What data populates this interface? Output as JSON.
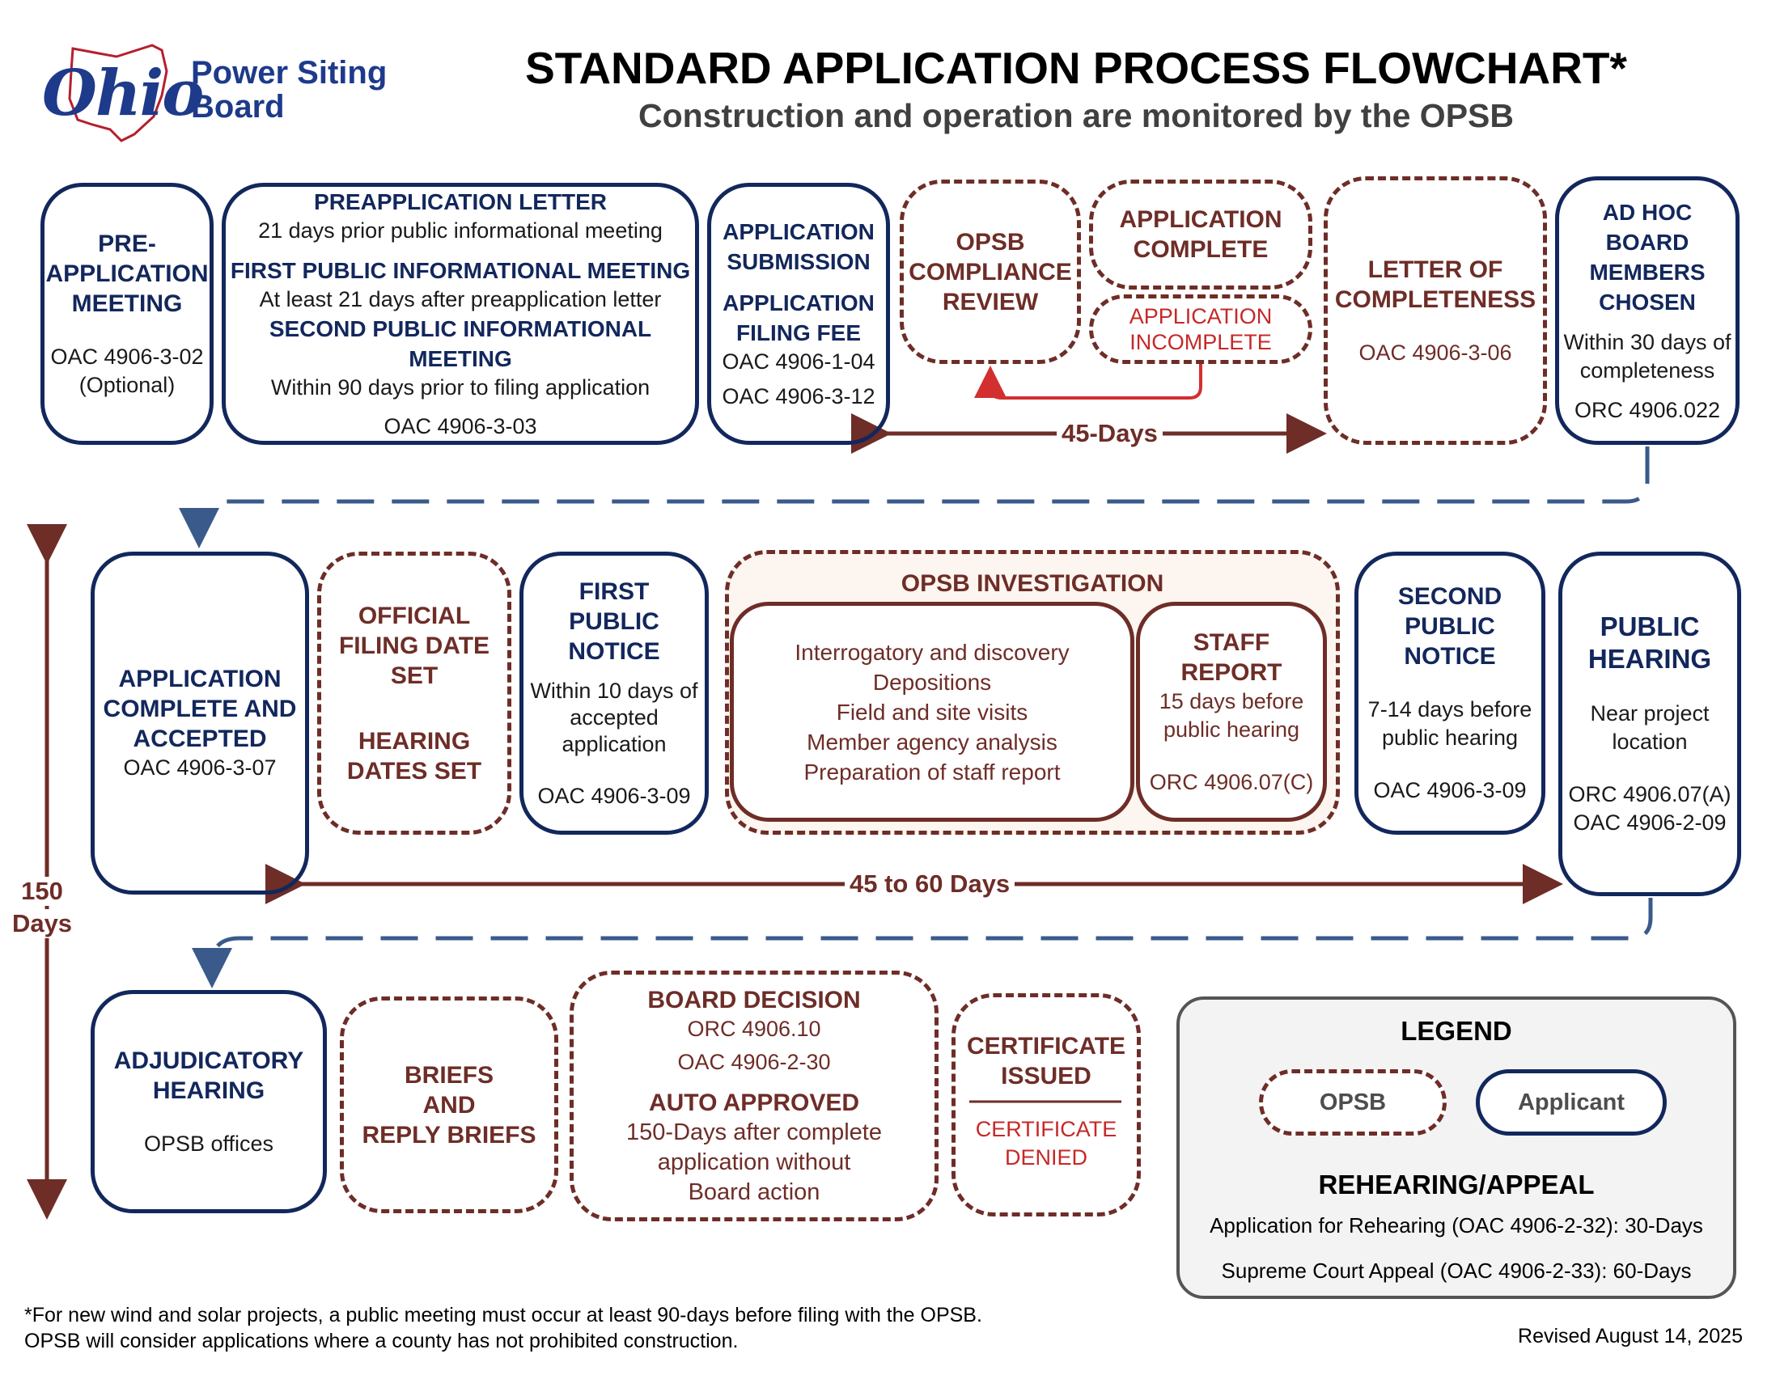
{
  "header": {
    "logo_word": "Ohio",
    "org_line1": "Power Siting",
    "org_line2": "Board",
    "title": "STANDARD APPLICATION PROCESS FLOWCHART*",
    "subtitle": "Construction and operation are monitored by the OPSB"
  },
  "row1": {
    "pre_app": {
      "t1": "PRE-",
      "t2": "APPLICATION",
      "t3": "MEETING",
      "code": "OAC 4906-3-02",
      "note": "(Optional)"
    },
    "meetings": {
      "h1": "PREAPPLICATION LETTER",
      "s1": "21 days prior public informational meeting",
      "h2": "FIRST PUBLIC INFORMATIONAL MEETING",
      "s2": "At least 21 days after preapplication letter",
      "h3": "SECOND PUBLIC INFORMATIONAL MEETING",
      "s3": "Within 90 days prior to filing application",
      "code": "OAC 4906-3-03"
    },
    "submission": {
      "t1": "APPLICATION",
      "t2": "SUBMISSION",
      "t3": "APPLICATION",
      "t4": "FILING FEE",
      "c1": "OAC 4906-1-04",
      "c2": "OAC 4906-3-12"
    },
    "compliance": {
      "t1": "OPSB",
      "t2": "COMPLIANCE",
      "t3": "REVIEW"
    },
    "complete": {
      "t1": "APPLICATION",
      "t2": "COMPLETE"
    },
    "incomplete": {
      "t1": "APPLICATION",
      "t2": "INCOMPLETE"
    },
    "letter": {
      "t1": "LETTER OF",
      "t2": "COMPLETENESS",
      "code": "OAC 4906-3-06"
    },
    "adhoc": {
      "t1": "AD HOC BOARD",
      "t2": "MEMBERS",
      "t3": "CHOSEN",
      "s1": "Within 30 days of",
      "s2": "completeness",
      "code": "ORC 4906.022"
    },
    "span_label": "45-Days"
  },
  "row2": {
    "accepted": {
      "t1": "APPLICATION",
      "t2": "COMPLETE AND",
      "t3": "ACCEPTED",
      "code": "OAC 4906-3-07"
    },
    "filing": {
      "t1": "OFFICIAL",
      "t2": "FILING DATE",
      "t3": "SET",
      "t4": "HEARING",
      "t5": "DATES SET"
    },
    "first_notice": {
      "t1": "FIRST",
      "t2": "PUBLIC",
      "t3": "NOTICE",
      "s1": "Within 10 days of",
      "s2": "accepted",
      "s3": "application",
      "code": "OAC 4906-3-09"
    },
    "investigation": {
      "title": "OPSB INVESTIGATION",
      "items": [
        "Interrogatory and discovery",
        "Depositions",
        "Field and site visits",
        "Member agency analysis",
        "Preparation of staff report"
      ],
      "staff": {
        "t1": "STAFF",
        "t2": "REPORT",
        "s1": "15 days before",
        "s2": "public hearing",
        "code": "ORC 4906.07(C)"
      }
    },
    "second_notice": {
      "t1": "SECOND",
      "t2": "PUBLIC",
      "t3": "NOTICE",
      "s1": "7-14 days before",
      "s2": "public hearing",
      "code": "OAC 4906-3-09"
    },
    "hearing": {
      "t1": "PUBLIC",
      "t2": "HEARING",
      "s1": "Near project",
      "s2": "location",
      "c1": "ORC 4906.07(A)",
      "c2": "OAC 4906-2-09"
    },
    "span_label": "45 to 60 Days",
    "side_label1": "150",
    "side_label2": "Days"
  },
  "row3": {
    "adjudicatory": {
      "t1": "ADJUDICATORY",
      "t2": "HEARING",
      "s1": "OPSB offices"
    },
    "briefs": {
      "t1": "BRIEFS",
      "t2": "AND",
      "t3": "REPLY BRIEFS"
    },
    "decision": {
      "h1": "BOARD DECISION",
      "c1": "ORC 4906.10",
      "c2": "OAC 4906-2-30",
      "h2": "AUTO APPROVED",
      "s1": "150-Days after complete",
      "s2": "application without",
      "s3": "Board action"
    },
    "certificate": {
      "t1": "CERTIFICATE",
      "t2": "ISSUED",
      "d1": "CERTIFICATE",
      "d2": "DENIED"
    }
  },
  "legend": {
    "title": "LEGEND",
    "opsb": "OPSB",
    "applicant": "Applicant",
    "rehearing_title": "REHEARING/APPEAL",
    "line1": "Application for Rehearing (OAC 4906-2-32): 30-Days",
    "line2": "Supreme Court Appeal (OAC 4906-2-33): 60-Days"
  },
  "footer": {
    "note1": "*For new wind and solar projects, a public meeting must occur at least 90-days before filing with the OPSB.",
    "note2": "OPSB will consider applications where a county has not prohibited construction.",
    "revised": "Revised August 14, 2025"
  },
  "colors": {
    "applicant_navy": "#12275c",
    "opsb_brown": "#6e2d27",
    "incomplete_red": "#c62828",
    "connector_blue": "#3a5a8c"
  }
}
